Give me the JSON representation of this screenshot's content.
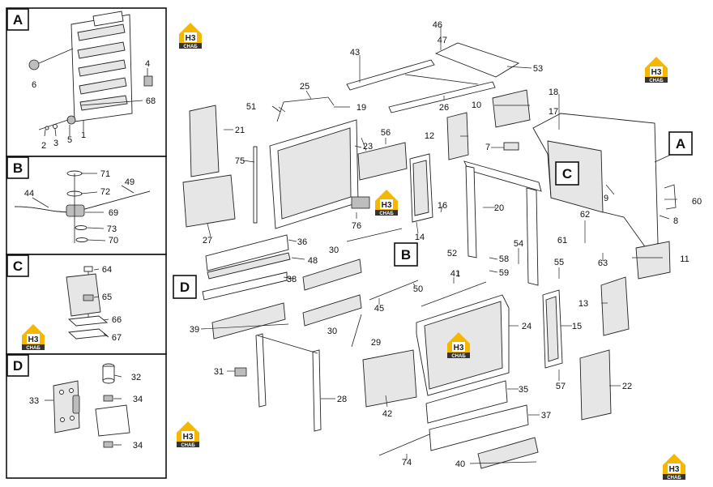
{
  "insets": [
    {
      "letter": "A"
    },
    {
      "letter": "B"
    },
    {
      "letter": "C"
    },
    {
      "letter": "D"
    }
  ],
  "callouts": [
    "A",
    "B",
    "C",
    "D"
  ],
  "logo": {
    "top": "H3",
    "bottom": "СНАБ"
  },
  "part_numbers": {
    "p1": "1",
    "p2": "2",
    "p3": "3",
    "p4": "4",
    "p5": "5",
    "p6": "6",
    "p7": "7",
    "p8": "8",
    "p9": "9",
    "p10": "10",
    "p11": "11",
    "p12": "12",
    "p13": "13",
    "p14": "14",
    "p15": "15",
    "p16": "16",
    "p17": "17",
    "p18": "18",
    "p19": "19",
    "p20": "20",
    "p21": "21",
    "p22": "22",
    "p23": "23",
    "p24": "24",
    "p25": "25",
    "p26": "26",
    "p27": "27",
    "p28": "28",
    "p29": "29",
    "p30": "30",
    "p31": "31",
    "p32": "32",
    "p33": "33",
    "p34": "34",
    "p35": "35",
    "p36": "36",
    "p37": "37",
    "p38": "38",
    "p39": "39",
    "p40": "40",
    "p41": "41",
    "p42": "42",
    "p43": "43",
    "p44": "44",
    "p45": "45",
    "p46": "46",
    "p47": "47",
    "p48": "48",
    "p49": "49",
    "p50": "50",
    "p51": "51",
    "p52": "52",
    "p53": "53",
    "p54": "54",
    "p55": "55",
    "p56": "56",
    "p57": "57",
    "p58": "58",
    "p59": "59",
    "p60": "60",
    "p61": "61",
    "p62": "62",
    "p63": "63",
    "p64": "64",
    "p65": "65",
    "p66": "66",
    "p67": "67",
    "p68": "68",
    "p69": "69",
    "p70": "70",
    "p71": "71",
    "p72": "72",
    "p73": "73",
    "p74": "74",
    "p75": "75",
    "p76": "76"
  }
}
